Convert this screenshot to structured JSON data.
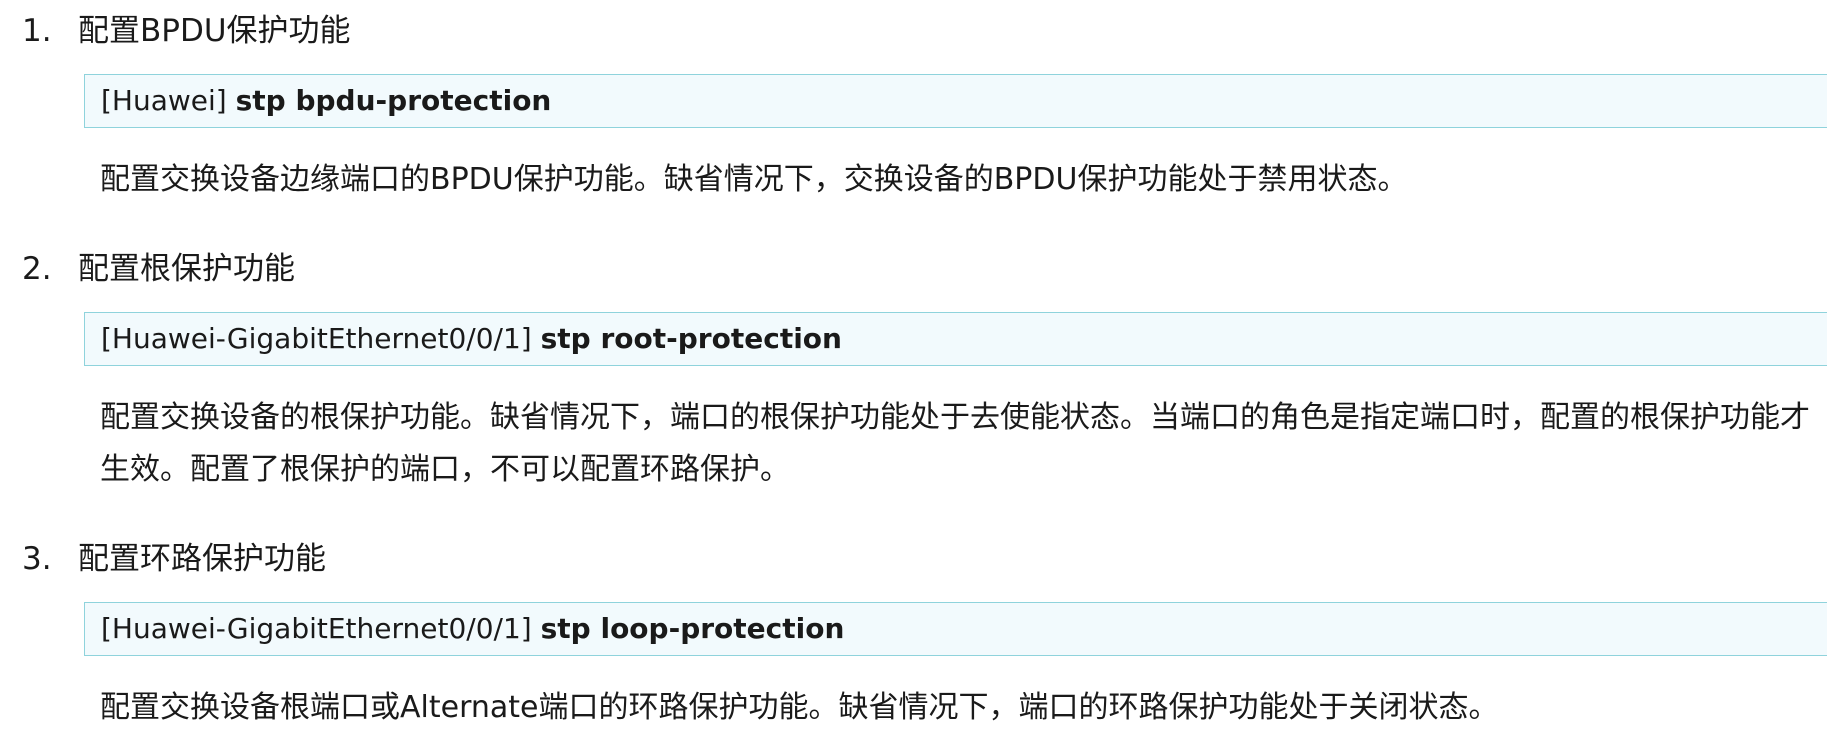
{
  "items": [
    {
      "number": "1.",
      "title": "配置BPDU保护功能",
      "prompt": "[Huawei]",
      "command": "stp bpdu-protection",
      "description": "配置交换设备边缘端口的BPDU保护功能。缺省情况下，交换设备的BPDU保护功能处于禁用状态。"
    },
    {
      "number": "2.",
      "title": "配置根保护功能",
      "prompt": "[Huawei-GigabitEthernet0/0/1]",
      "command": "stp root-protection",
      "description": "配置交换设备的根保护功能。缺省情况下，端口的根保护功能处于去使能状态。当端口的角色是指定端口时，配置的根保护功能才生效。配置了根保护的端口，不可以配置环路保护。"
    },
    {
      "number": "3.",
      "title": "配置环路保护功能",
      "prompt": "[Huawei-GigabitEthernet0/0/1]",
      "command": "stp loop-protection",
      "description": "配置交换设备根端口或Alternate端口的环路保护功能。缺省情况下，端口的环路保护功能处于关闭状态。"
    }
  ]
}
